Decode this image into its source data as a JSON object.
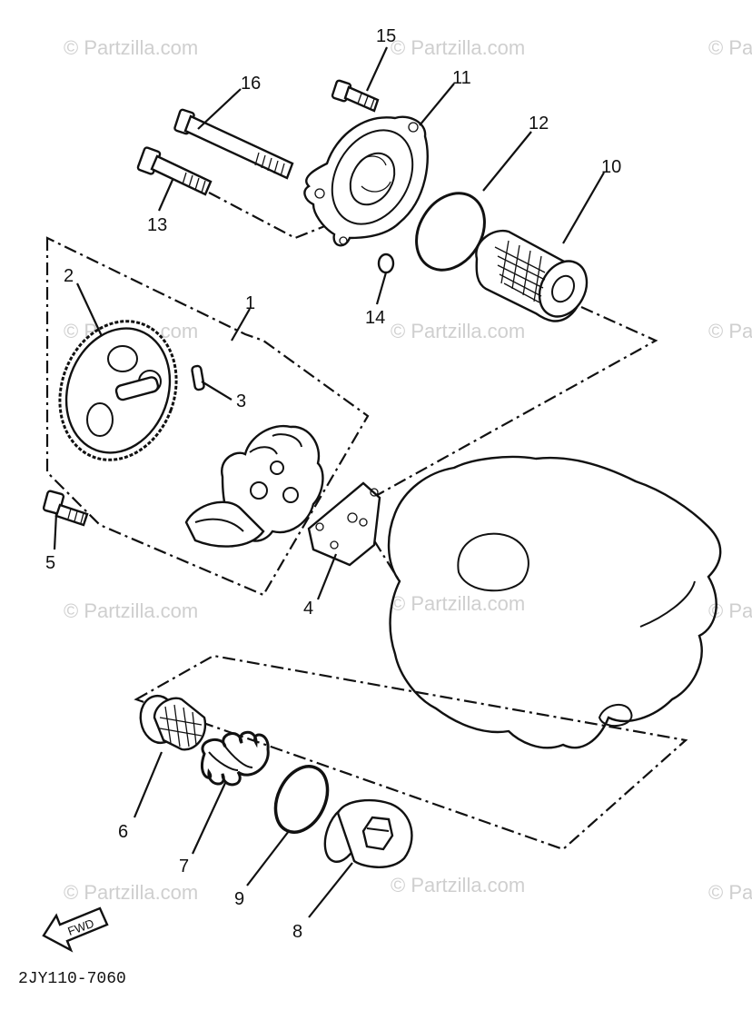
{
  "diagram": {
    "watermark_text": "© Partzilla.com",
    "diagram_code": "2JY110-7060",
    "fwd_label": "FWD",
    "callouts": [
      "1",
      "2",
      "3",
      "4",
      "5",
      "6",
      "7",
      "8",
      "9",
      "10",
      "11",
      "12",
      "13",
      "14",
      "15",
      "16"
    ]
  }
}
